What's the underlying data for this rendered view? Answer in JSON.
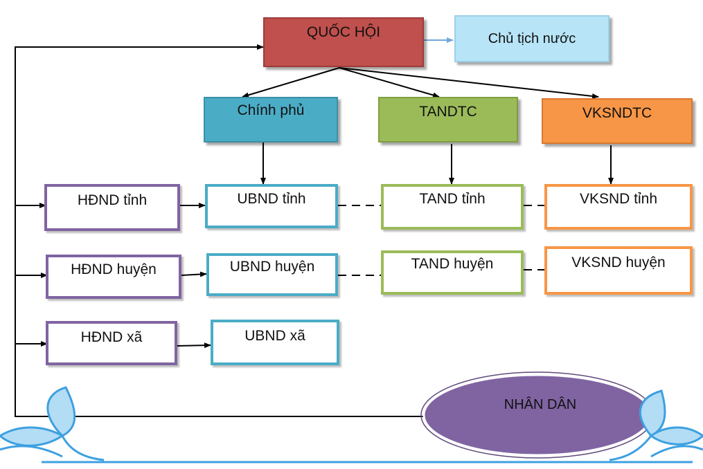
{
  "nodes": {
    "quoc_hoi": "QUỐC HỘI",
    "chu_tich_nuoc": "Chủ tịch nước",
    "chinh_phu": "Chính phủ",
    "tandtc": "TANDTC",
    "vksndtc": "VKSNDTC",
    "hdnd_tinh": "HĐND tỉnh",
    "ubnd_tinh": "UBND tỉnh",
    "tand_tinh": "TAND tỉnh",
    "vksnd_tinh": "VKSND tỉnh",
    "hdnd_huyen": "HĐND huyện",
    "ubnd_huyen": "UBND huyện",
    "tand_huyen": "TAND huyện",
    "vksnd_huyen": "VKSND huyện",
    "hdnd_xa": "HĐND xã",
    "ubnd_xa": "UBND xã",
    "nhan_dan": "NHÂN DÂN"
  },
  "colors": {
    "quoc_hoi_fill": "#c0504d",
    "chu_tich_fill": "#b7e4f7",
    "chinh_phu_fill": "#4bacc6",
    "tandtc_fill": "#9bbb59",
    "vksndtc_fill": "#f79646",
    "hdnd_border": "#8064a2",
    "ubnd_border": "#4bacc6",
    "tand_border": "#9bbb59",
    "vksnd_border": "#f79646",
    "nhan_dan_fill": "#8064a2",
    "decor": "#3ca0e0"
  }
}
